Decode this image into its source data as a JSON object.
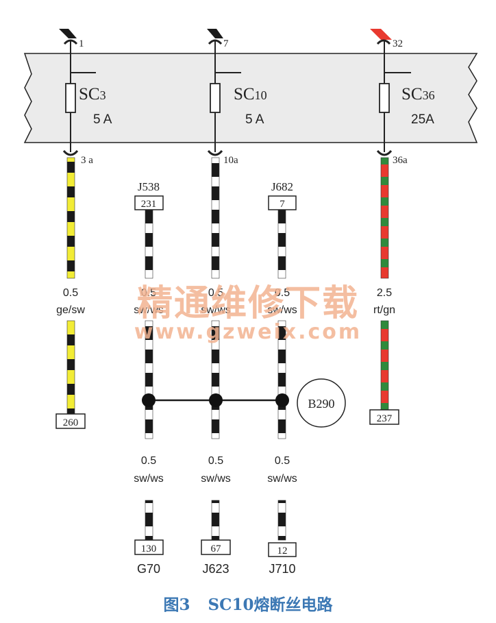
{
  "fuses": [
    {
      "id": "SC3",
      "name_main": "SC",
      "name_sub": "3",
      "rating": "5 A",
      "in_pin": "1",
      "out_pin": "3 a",
      "cut_color": "#1a1a1a"
    },
    {
      "id": "SC10",
      "name_main": "SC",
      "name_sub": "10",
      "rating": "5 A",
      "in_pin": "7",
      "out_pin": "10a",
      "cut_color": "#1a1a1a"
    },
    {
      "id": "SC36",
      "name_main": "SC",
      "name_sub": "36",
      "rating": "25A",
      "in_pin": "32",
      "out_pin": "36a",
      "cut_color": "#e8392f"
    }
  ],
  "connectors": [
    {
      "name": "J538",
      "pin": "231"
    },
    {
      "name": "J682",
      "pin": "7"
    },
    {
      "name": "",
      "pin": "260"
    },
    {
      "name": "",
      "pin": "237"
    },
    {
      "name": "G70",
      "pin": "130"
    },
    {
      "name": "J623",
      "pin": "67"
    },
    {
      "name": "J710",
      "pin": "12"
    }
  ],
  "wires": [
    {
      "id": "w-sc3",
      "size": "0.5",
      "color_code": "ge/sw",
      "colors": [
        "#f2ec36",
        "#1a1a1a"
      ]
    },
    {
      "id": "w-j538",
      "size": "0.5",
      "color_code": "sw/ws",
      "colors": [
        "#1a1a1a",
        "#ffffff"
      ]
    },
    {
      "id": "w-sc10",
      "size": "0.5",
      "color_code": "sw/ws",
      "colors": [
        "#1a1a1a",
        "#ffffff"
      ]
    },
    {
      "id": "w-j682",
      "size": "0.5",
      "color_code": "sw/ws",
      "colors": [
        "#1a1a1a",
        "#ffffff"
      ]
    },
    {
      "id": "w-sc36",
      "size": "2.5",
      "color_code": "rt/gn",
      "colors": [
        "#e8392f",
        "#2f8a3c"
      ]
    },
    {
      "id": "w-g70",
      "size": "0.5",
      "color_code": "sw/ws",
      "colors": [
        "#1a1a1a",
        "#ffffff"
      ]
    },
    {
      "id": "w-j623",
      "size": "0.5",
      "color_code": "sw/ws",
      "colors": [
        "#1a1a1a",
        "#ffffff"
      ]
    },
    {
      "id": "w-j710",
      "size": "0.5",
      "color_code": "sw/ws",
      "colors": [
        "#1a1a1a",
        "#ffffff"
      ]
    }
  ],
  "splice": {
    "label": "B290"
  },
  "watermark": {
    "line1": "精通维修下载",
    "line2": "www.gzweix.com",
    "color": "#f3b391"
  },
  "caption": {
    "figure": "图3",
    "title": "SC10熔断丝电路",
    "color": "#3c78b4"
  },
  "colors": {
    "fuse_box_fill": "#ebebeb",
    "line": "#1a1a1a"
  }
}
